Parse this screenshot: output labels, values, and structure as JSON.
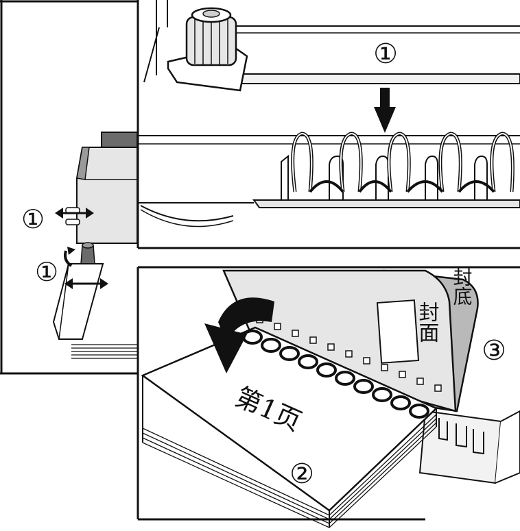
{
  "colors": {
    "line": "#111111",
    "light_gray": "#e6e6e6",
    "mid_gray": "#cfcfcf",
    "dark_gray": "#6b6b6b",
    "page_white": "#ffffff",
    "back_cover": "#b9b9b9"
  },
  "top_left_panel": {
    "marker_1a": "①",
    "marker_1b": "①"
  },
  "top_right_panel": {
    "marker_1": "①"
  },
  "bottom_panel": {
    "front_cover_text": "封面",
    "back_cover_text": "封底",
    "first_page_text": "第1页",
    "marker_2": "②",
    "marker_3": "③"
  },
  "icons": [
    "down-arrow-icon",
    "double-arrow-icon",
    "curved-arrow-icon",
    "knob-icon"
  ]
}
